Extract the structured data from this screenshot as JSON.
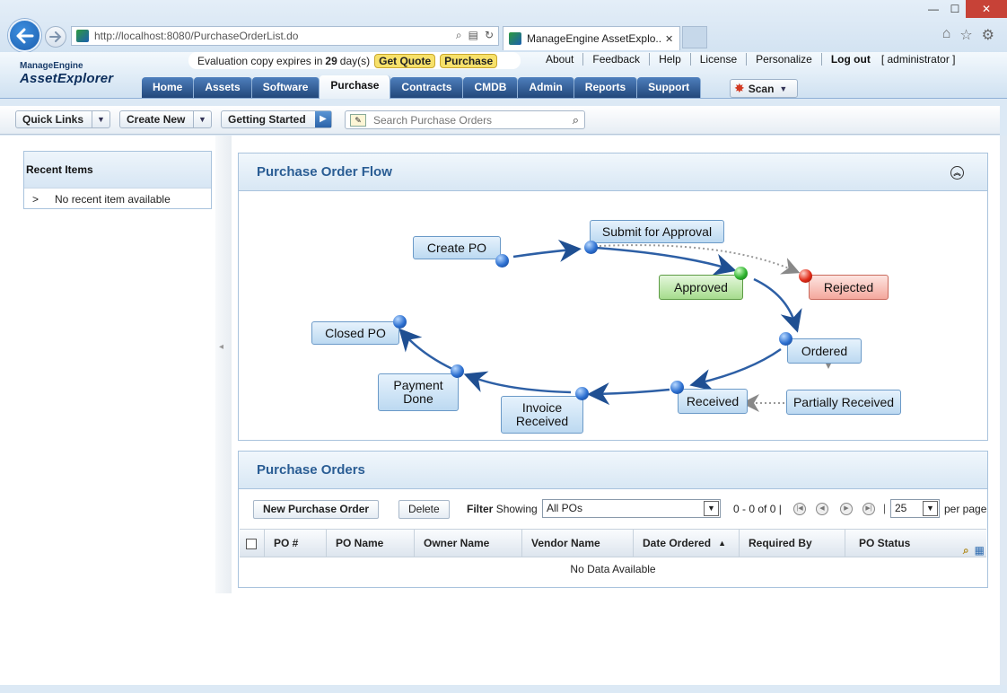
{
  "browser": {
    "address": "http://localhost:8080/PurchaseOrderList.do",
    "tab_title": "ManageEngine AssetExplo...",
    "tab_close": "✕",
    "win_minimize": "—",
    "win_maximize": "☐",
    "win_close": "✕"
  },
  "header": {
    "logo_top": "ManageEngine",
    "logo_main": "AssetExplorer",
    "eval_prefix": "Evaluation copy expires in",
    "eval_days": "29",
    "eval_suffix": "day(s)",
    "get_quote": "Get Quote",
    "purchase": "Purchase",
    "links": [
      "About",
      "Feedback",
      "Help",
      "License",
      "Personalize"
    ],
    "logout": "Log out",
    "user": "[ administrator ]",
    "tabs": [
      "Home",
      "Assets",
      "Software",
      "Purchase",
      "Contracts",
      "CMDB",
      "Admin",
      "Reports",
      "Support"
    ],
    "active_tab": "Purchase",
    "scan": "Scan"
  },
  "toolbar": {
    "quick_links": "Quick Links",
    "create_new": "Create New",
    "getting_started": "Getting Started",
    "search_placeholder": "Search Purchase Orders"
  },
  "sidebar": {
    "recent_title": "Recent Items",
    "recent_marker": ">",
    "recent_empty": "No recent item available"
  },
  "flow": {
    "title": "Purchase Order Flow",
    "nodes": {
      "create": "Create PO",
      "submit": "Submit for Approval",
      "approved": "Approved",
      "rejected": "Rejected",
      "ordered": "Ordered",
      "partially": "Partially Received",
      "received": "Received",
      "invoice_l1": "Invoice",
      "invoice_l2": "Received",
      "payment_l1": "Payment",
      "payment_l2": "Done",
      "closed": "Closed PO"
    }
  },
  "orders": {
    "title": "Purchase Orders",
    "new_button": "New Purchase Order",
    "delete_button": "Delete",
    "filter_label": "Filter",
    "showing_label": "Showing",
    "filter_value": "All POs",
    "range": "0 - 0 of  0 |",
    "page_size": "25",
    "per_page": "per page",
    "columns": [
      "PO #",
      "PO Name",
      "Owner Name",
      "Vendor Name",
      "Date Ordered",
      "Required By",
      "PO Status"
    ],
    "no_data": "No Data Available"
  },
  "colors": {
    "accent": "#2a5d94",
    "nav_tab": "#2f5a93",
    "approved": "#a6dc8d",
    "rejected": "#f4a89d"
  }
}
